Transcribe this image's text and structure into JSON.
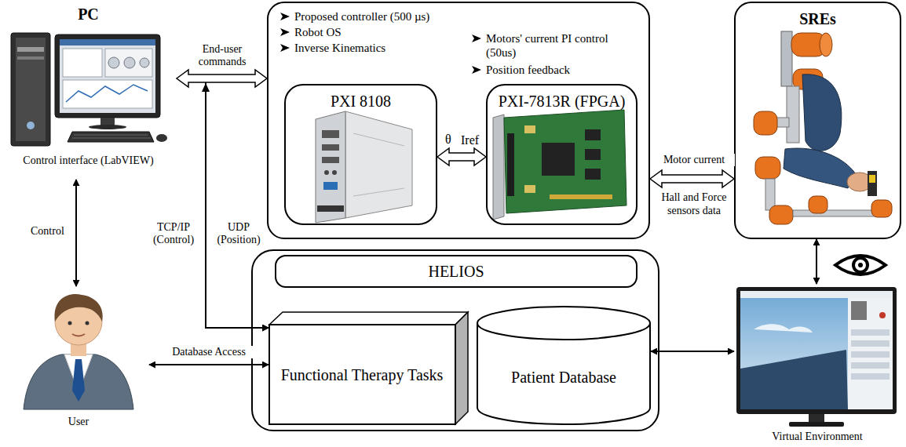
{
  "diagram": {
    "nodes": [
      {
        "text": [
          "PC",
          "Control interface (LabVIEW)"
        ]
      },
      {
        "text": [
          "Proposed controller (500 µs)",
          "Robot OS",
          "Inverse Kinematics",
          "Motors' current PI control (50us)",
          "Position feedback"
        ]
      },
      {
        "text": [
          "PXI 8108"
        ],
        "in": 1
      },
      {
        "text": [
          "PXI-7813R (FPGA)"
        ],
        "in": 1
      },
      {
        "text": [
          "SREs"
        ]
      },
      {
        "text": [
          "User"
        ]
      },
      {
        "text": [
          "HELIOS"
        ]
      },
      {
        "text": [
          "Functional Therapy Tasks"
        ],
        "in": 6
      },
      {
        "text": [
          "Patient Database"
        ],
        "in": 6
      },
      {
        "text": [
          "Virtual Environment"
        ]
      }
    ],
    "edges": [
      {
        "from": 0,
        "to": 1,
        "arrow": "both",
        "label": "End-user commands"
      },
      {
        "from": 2,
        "to": 3,
        "arrow": "both",
        "label": "θ"
      },
      {
        "from": 1,
        "to": 4,
        "arrow": "both",
        "label": "Motor current"
      },
      {
        "from": 0,
        "to": 5,
        "arrow": "both",
        "label": "Control"
      },
      {
        "from": 0,
        "to": 7,
        "arrow": "both",
        "label": "TCP/IP (Control)"
      },
      {
        "from": 1,
        "to": 7,
        "arrow": "both",
        "label": "UDP (Position)"
      },
      {
        "from": 5,
        "to": 7,
        "arrow": "both",
        "label": "Database Access"
      },
      {
        "from": 8,
        "to": 9,
        "arrow": "both"
      },
      {
        "from": 4,
        "to": 9,
        "arrow": "both"
      }
    ],
    "labels": [
      "Iref",
      "Hall and Force sensors data"
    ]
  }
}
